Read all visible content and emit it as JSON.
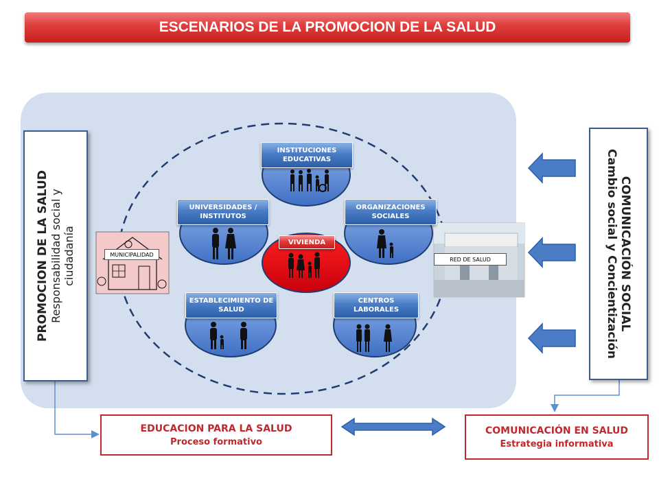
{
  "title": "ESCENARIOS DE LA PROMOCION DE LA SALUD",
  "left_box": {
    "heading": "PROMOCION DE LA SALUD",
    "line2": "Responsabilidad social y",
    "line3": "ciudadanía"
  },
  "right_box": {
    "heading": "COMUNICACIÓN SOCIAL",
    "line2": "Cambio  social y Concientización"
  },
  "scenarios": {
    "instituciones": "INSTITUCIONES EDUCATIVAS",
    "universidades": "UNIVERSIDADES / INSTITUTOS",
    "organizaciones": "ORGANIZACIONES SOCIALES",
    "vivienda": "VIVIENDA",
    "establecimiento": "ESTABLECIMIENTO DE SALUD",
    "centros": "CENTROS LABORALES"
  },
  "municipalidad_label": "MUNICIPALIDAD",
  "red_salud_label": "RED DE SALUD",
  "bottom_left": {
    "title": "EDUCACION PARA LA SALUD",
    "subtitle": "Proceso formativo"
  },
  "bottom_right": {
    "title": "COMUNICACIÓN EN SALUD",
    "subtitle": "Estrategia informativa"
  },
  "colors": {
    "title_red": "#e03a3a",
    "panel_blue": "#d3deee",
    "node_blue": "#5b8ad6",
    "node_red": "#e8000f",
    "arrow_blue": "#4a7dc6",
    "bottom_border": "#c0282d"
  }
}
